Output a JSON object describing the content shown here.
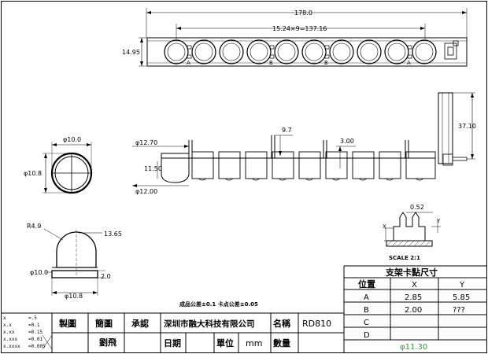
{
  "top_view": {
    "overall_length": "178.0",
    "pitch_dim": "15.24×9=137.16",
    "height": "14.95",
    "pin_labels": [
      "A",
      "B",
      "B",
      "A"
    ]
  },
  "led_top": {
    "diameter": "φ10.0",
    "side": "φ10.8"
  },
  "side_view": {
    "d_top": "φ12.70",
    "h": "11.50",
    "d_bottom": "φ12.00",
    "slot_w": "9.7",
    "slot_d": "3.00",
    "height_right": "37.10"
  },
  "led_side": {
    "radius": "R4.9",
    "height": "13.65",
    "base_d": "φ10.0",
    "flange_h": "2.0",
    "flange_d": "φ10.8"
  },
  "detail": {
    "width": "0.52",
    "axis_x": "X",
    "axis_y": "Y",
    "scale": "SCALE 2:1"
  },
  "notes": {
    "tolerance": "成品公差±0.1  卡点公差±0.05"
  },
  "tolerance_table": [
    {
      "label": "x",
      "value": "=.5"
    },
    {
      "label": "x.x",
      "value": "=0.1"
    },
    {
      "label": "x.xx",
      "value": "=0.15"
    },
    {
      "label": "x.xxx",
      "value": "=0.01"
    },
    {
      "label": "x.xxxx",
      "value": "=0.005"
    }
  ],
  "title_block": {
    "drawn": "製圖",
    "design": "簡圖",
    "approve": "承認",
    "drawer_name": "劉飛",
    "company": "深圳市融大科技有限公司",
    "name_label": "名稱",
    "name_value": "RD810",
    "date_label": "日期",
    "unit_label": "單位",
    "unit_value": "mm",
    "qty_label": "數量"
  },
  "point_table": {
    "title": "支架卡點尺寸",
    "headers": [
      "位置",
      "X",
      "Y"
    ],
    "rows": [
      {
        "pos": "A",
        "x": "2.85",
        "y": "5.85"
      },
      {
        "pos": "B",
        "x": "2.00",
        "y": "???"
      },
      {
        "pos": "C",
        "x": "",
        "y": ""
      },
      {
        "pos": "D",
        "x": "",
        "y": ""
      }
    ],
    "footer": "φ11.30"
  }
}
